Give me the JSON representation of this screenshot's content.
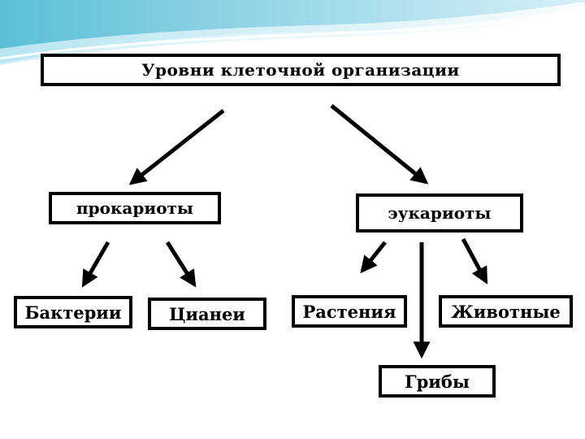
{
  "title": "Уровни клеточной организации",
  "level1": {
    "prokaryotes": "прокариоты",
    "eukaryotes": "эукариоты"
  },
  "prokaryote_groups": {
    "bacteria": "Бактерии",
    "cyanobacteria": "Цианеи"
  },
  "eukaryote_groups": {
    "plants": "Растения",
    "animals": "Животные",
    "fungi": "Грибы"
  },
  "colors": {
    "wave_light": "#d6f0f7",
    "wave_mid": "#9bd8e8",
    "wave_dark": "#5bbfd6",
    "stroke": "#000000"
  }
}
